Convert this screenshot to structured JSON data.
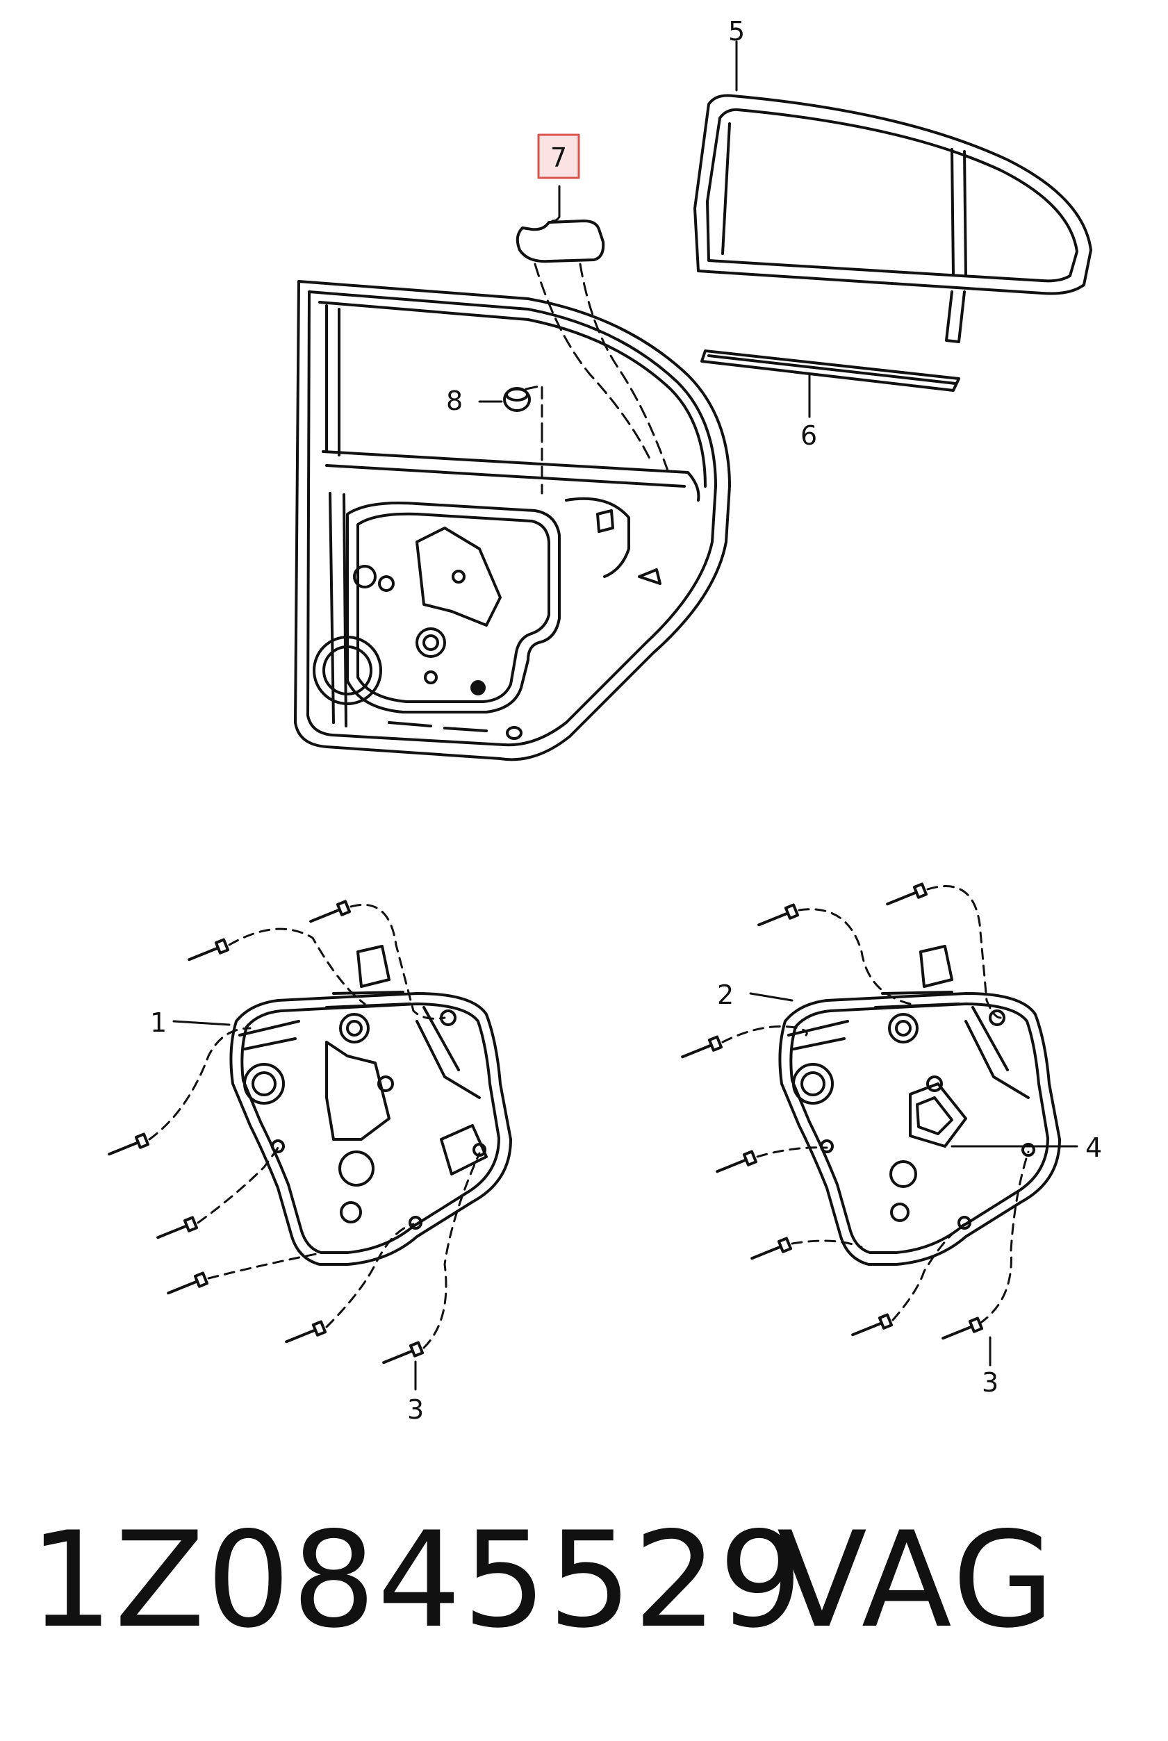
{
  "callouts": {
    "c1": "1",
    "c2": "2",
    "c3a": "3",
    "c3b": "3",
    "c4": "4",
    "c5": "5",
    "c6": "6",
    "c7": "7",
    "c8": "8"
  },
  "highlight_color": "#d9534f",
  "footer": {
    "part_number": "1Z0845529",
    "brand": "VAG"
  }
}
